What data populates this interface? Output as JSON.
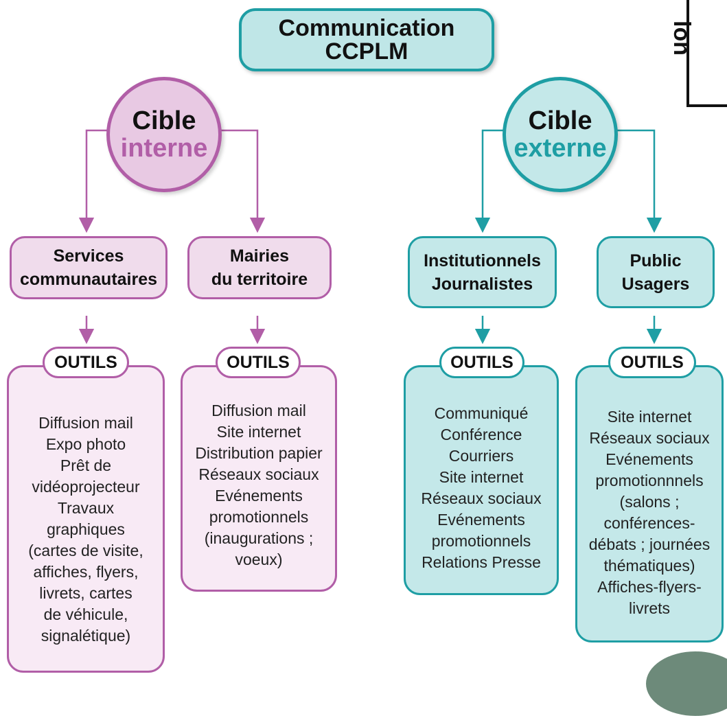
{
  "title": {
    "line1": "Communication",
    "line2": "CCPLM"
  },
  "edge_tag": "ion",
  "internal": {
    "cible": "Cible",
    "label": "interne",
    "groups": [
      {
        "name_line1": "Services",
        "name_line2": "communautaires",
        "outils": "OUTILS",
        "items": [
          "Diffusion mail",
          "Expo photo",
          "Prêt de",
          "vidéoprojecteur",
          "Travaux",
          "graphiques",
          "(cartes de visite,",
          "affiches, flyers,",
          "livrets, cartes",
          "de véhicule,",
          "signalétique)"
        ]
      },
      {
        "name_line1": "Mairies",
        "name_line2": "du territoire",
        "outils": "OUTILS",
        "items": [
          "Diffusion mail",
          "Site internet",
          "Distribution papier",
          "Réseaux sociaux",
          "Evénements",
          "promotionnels",
          "(inaugurations ;",
          "voeux)"
        ]
      }
    ]
  },
  "external": {
    "cible": "Cible",
    "label": "externe",
    "groups": [
      {
        "name_line1": "Institutionnels",
        "name_line2": "Journalistes",
        "outils": "OUTILS",
        "items": [
          "Communiqué",
          "Conférence",
          "Courriers",
          "Site internet",
          "Réseaux sociaux",
          "Evénements",
          "promotionnels",
          "Relations Presse"
        ]
      },
      {
        "name_line1": "Public",
        "name_line2": "Usagers",
        "outils": "OUTILS",
        "items": [
          "Site internet",
          "Réseaux sociaux",
          "Evénements",
          "promotionnnels",
          "(salons ;",
          "conférences-",
          "débats ; journées",
          "thématiques)",
          "Affiches-flyers-",
          "livrets"
        ]
      }
    ]
  },
  "colors": {
    "internal": "#b15ea7",
    "external": "#1e9ea4"
  }
}
